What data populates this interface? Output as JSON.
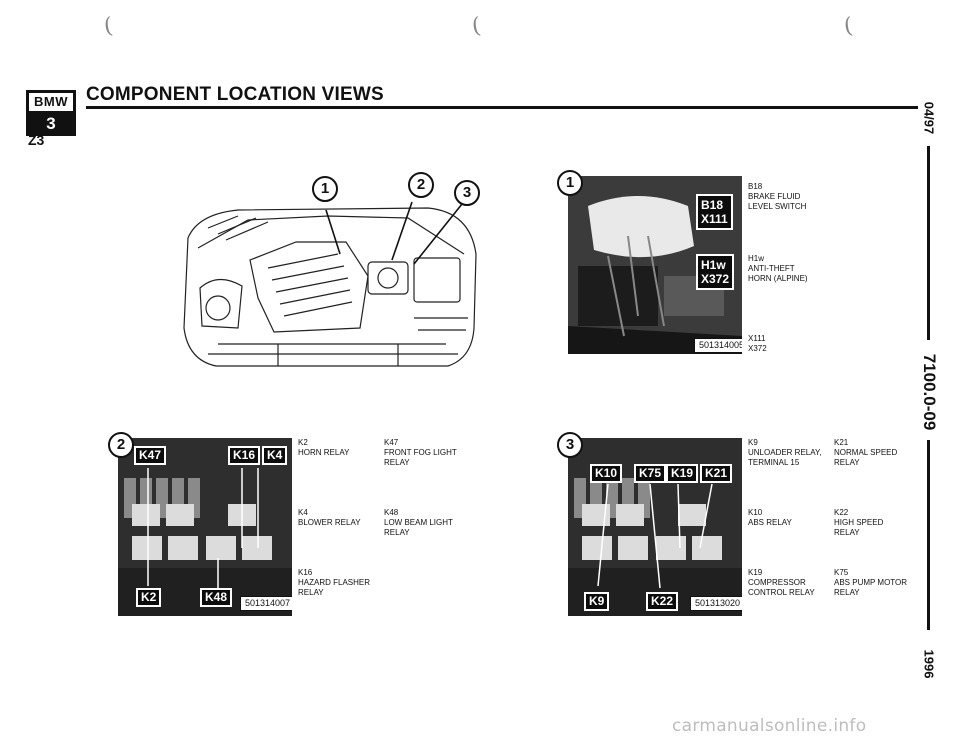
{
  "header": {
    "logo_brand": "BMW",
    "logo_series": "3",
    "title": "COMPONENT LOCATION VIEWS",
    "model": "Z3"
  },
  "side": {
    "date": "04/97",
    "doc_number": "7100.0-09",
    "year": "1996"
  },
  "engine_view": {
    "callouts": [
      "1",
      "2",
      "3"
    ]
  },
  "view1": {
    "callout": "1",
    "tags": [
      "B18",
      "X111",
      "H1w",
      "X372"
    ],
    "ref_number": "501314005",
    "captions": [
      {
        "code": "B18",
        "desc": "BRAKE FLUID\nLEVEL SWITCH"
      },
      {
        "code": "H1w",
        "desc": "ANTI-THEFT\nHORN (ALPINE)"
      },
      {
        "code": "X111",
        "desc": "X372"
      }
    ]
  },
  "view2": {
    "callout": "2",
    "tags": [
      "K47",
      "K16",
      "K4",
      "K2",
      "K48"
    ],
    "ref_number": "501314007",
    "captions": [
      {
        "code": "K2",
        "desc": "HORN RELAY"
      },
      {
        "code": "K47",
        "desc": "FRONT FOG LIGHT\nRELAY"
      },
      {
        "code": "K4",
        "desc": "BLOWER RELAY"
      },
      {
        "code": "K48",
        "desc": "LOW BEAM LIGHT\nRELAY"
      },
      {
        "code": "K16",
        "desc": "HAZARD FLASHER\nRELAY"
      }
    ]
  },
  "view3": {
    "callout": "3",
    "tags": [
      "K10",
      "K75",
      "K19",
      "K21",
      "K9",
      "K22"
    ],
    "ref_number": "501313020",
    "captions": [
      {
        "code": "K9",
        "desc": "UNLOADER RELAY,\nTERMINAL 15"
      },
      {
        "code": "K21",
        "desc": "NORMAL SPEED\nRELAY"
      },
      {
        "code": "K10",
        "desc": "ABS RELAY"
      },
      {
        "code": "K22",
        "desc": "HIGH SPEED\nRELAY"
      },
      {
        "code": "K19",
        "desc": "COMPRESSOR\nCONTROL RELAY"
      },
      {
        "code": "K75",
        "desc": "ABS PUMP MOTOR\nRELAY"
      }
    ]
  },
  "footer": {
    "watermark": "carmanualsonline.info"
  }
}
